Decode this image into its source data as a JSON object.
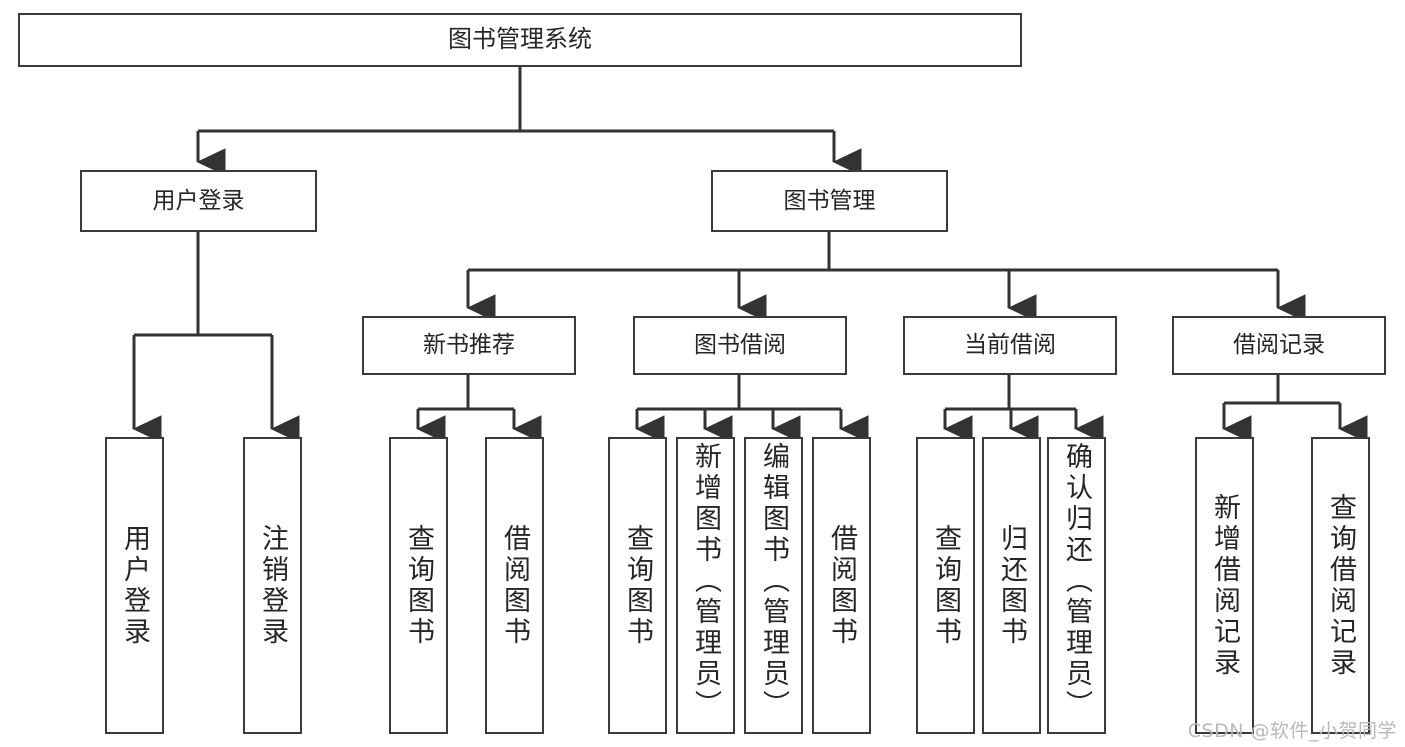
{
  "diagram": {
    "title": "图书管理系统",
    "type": "hierarchy-tree",
    "watermark": "CSDN @软件_小贺同学",
    "colors": {
      "box_border": "#3a3a3a",
      "box_fill": "#ffffff",
      "edge": "#333333",
      "text": "#262626",
      "watermark": "#b9b9b9"
    },
    "nodes": {
      "root": {
        "label": "图书管理系统"
      },
      "level2": [
        {
          "label": "用户登录"
        },
        {
          "label": "图书管理"
        }
      ],
      "level3": [
        {
          "label": "新书推荐"
        },
        {
          "label": "图书借阅"
        },
        {
          "label": "当前借阅"
        },
        {
          "label": "借阅记录"
        }
      ],
      "leaves_user_login": [
        {
          "label": "用户登录"
        },
        {
          "label": "注销登录"
        }
      ],
      "leaves_new_books": [
        {
          "label": "查询图书"
        },
        {
          "label": "借阅图书"
        }
      ],
      "leaves_borrow": [
        {
          "label": "查询图书"
        },
        {
          "label": "新增图书（管理员）"
        },
        {
          "label": "编辑图书（管理员）"
        },
        {
          "label": "借阅图书"
        }
      ],
      "leaves_current": [
        {
          "label": "查询图书"
        },
        {
          "label": "归还图书"
        },
        {
          "label": "确认归还（管理员）"
        }
      ],
      "leaves_records": [
        {
          "label": "新增借阅记录"
        },
        {
          "label": "查询借阅记录"
        }
      ]
    }
  }
}
